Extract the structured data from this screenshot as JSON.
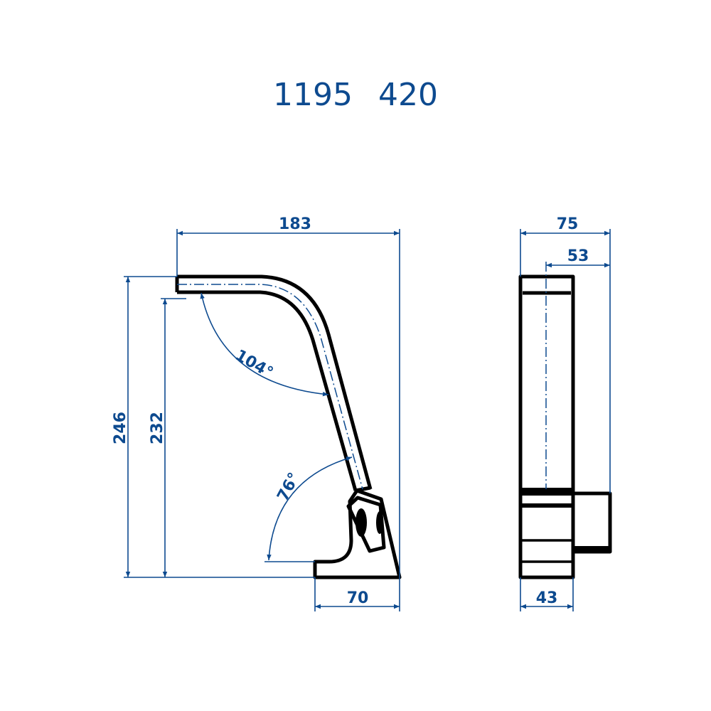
{
  "title": {
    "code": "1195",
    "variant": "420"
  },
  "front_view": {
    "width_total": "183",
    "height_total": "246",
    "height_outlet": "232",
    "base_width": "70",
    "angle_top": "104°",
    "angle_bottom": "76°"
  },
  "side_view": {
    "depth_total": "75",
    "spout_offset": "53",
    "body_width": "43"
  },
  "colors": {
    "dimension": "#0d4a8f",
    "outline": "#000000"
  }
}
